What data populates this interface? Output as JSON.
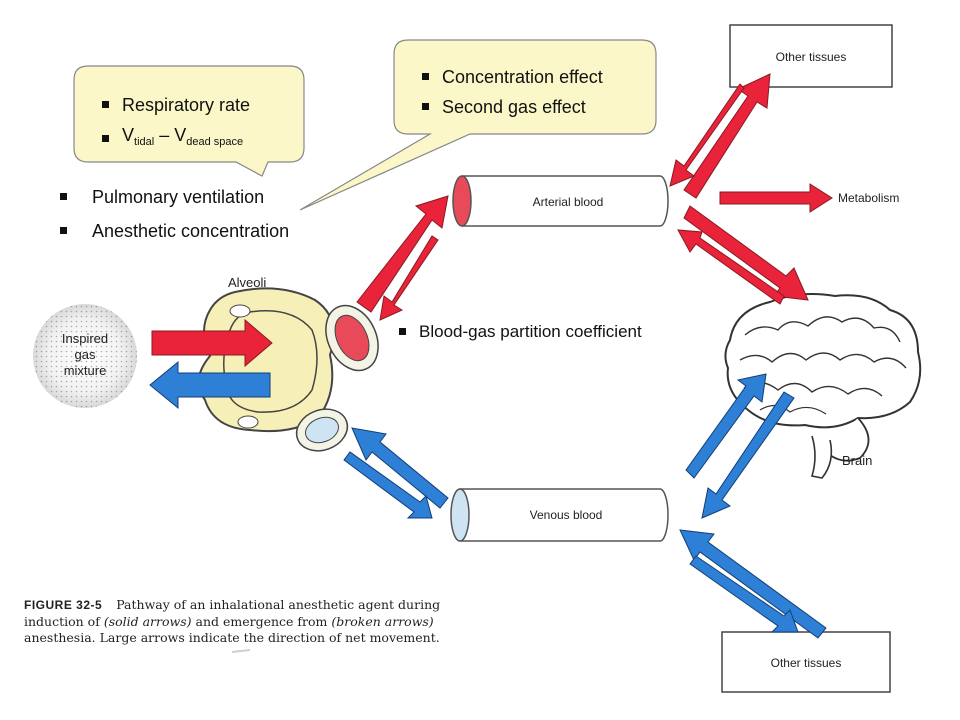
{
  "callout_left": {
    "items": [
      "Respiratory rate",
      "V",
      "tidal",
      " – V",
      "dead space"
    ]
  },
  "callout_right": {
    "items": [
      "Concentration effect",
      "Second gas effect"
    ]
  },
  "side_factors": [
    "Pulmonary ventilation",
    "Anesthetic concentration"
  ],
  "blood_factor": "Blood-gas partition coefficient",
  "labels": {
    "alveoli": "Alveoli",
    "inspired": [
      "Inspired",
      "gas",
      "mixture"
    ],
    "arterial": "Arterial blood",
    "venous": "Venous blood",
    "metabolism": "Metabolism",
    "brain": "Brain",
    "other_top": "Other tissues",
    "other_bottom": "Other tissues"
  },
  "caption": {
    "figure": "FIGURE 32-5",
    "text_1": "Pathway of an inhalational anesthetic agent during induction of ",
    "solid": "(solid arrows)",
    "text_2": " and emergence from ",
    "broken": "(broken arrows)",
    "text_3": " anesthesia. Large arrows indicate the direction of net movement."
  },
  "colors": {
    "red": "#e8233a",
    "blue": "#2e7fd6",
    "callout_fill": "#fbf7c8",
    "alveoli_fill": "#f6f0b8",
    "artery_fill": "#e84a5a"
  }
}
